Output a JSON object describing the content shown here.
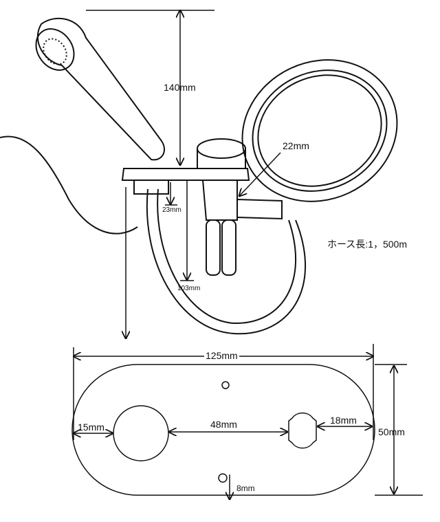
{
  "labels": {
    "height_total": "140mm",
    "outlet_diameter": "22mm",
    "deck_thickness": "23mm",
    "under_depth": "103mm",
    "hose_length": "ホース長:1，500m",
    "plate_width": "125mm",
    "hole_spacing": "48mm",
    "left_margin": "15mm",
    "right_margin": "18mm",
    "plate_height": "50mm",
    "small_hole_offset": "8mm"
  },
  "colors": {
    "ink": "#111111",
    "background": "#ffffff"
  }
}
